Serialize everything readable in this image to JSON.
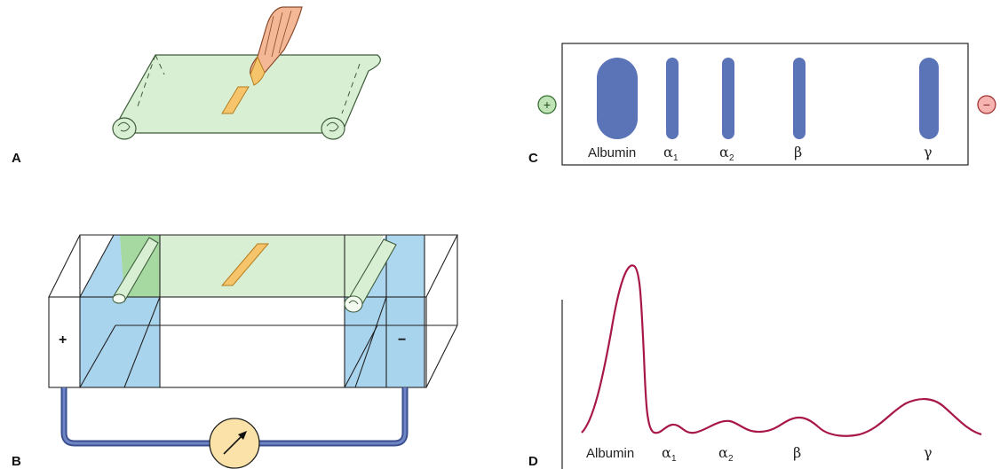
{
  "panels": {
    "a": {
      "letter": "A"
    },
    "b": {
      "letter": "B",
      "plus": "+",
      "minus": "−"
    },
    "c": {
      "letter": "C",
      "anode": "+",
      "cathode": "−",
      "bands": [
        {
          "label": "Albumin",
          "sub": ""
        },
        {
          "label": "α",
          "sub": "1"
        },
        {
          "label": "α",
          "sub": "2"
        },
        {
          "label": "β",
          "sub": ""
        },
        {
          "label": "γ",
          "sub": ""
        }
      ]
    },
    "d": {
      "letter": "D",
      "peaks": [
        {
          "label": "Albumin",
          "sub": ""
        },
        {
          "label": "α",
          "sub": "1"
        },
        {
          "label": "α",
          "sub": "2"
        },
        {
          "label": "β",
          "sub": ""
        },
        {
          "label": "γ",
          "sub": ""
        }
      ]
    }
  },
  "colors": {
    "paper": "#d9efd4",
    "paper_stroke": "#3d5c3a",
    "sample": "#f6c46a",
    "buffer": "#a9d4ee",
    "band": "#5b74b8",
    "curve": "#a8174a",
    "wire": "#3b4f8f",
    "anode_fill": "#bfe3b5",
    "cathode_fill": "#f6b3b0"
  }
}
